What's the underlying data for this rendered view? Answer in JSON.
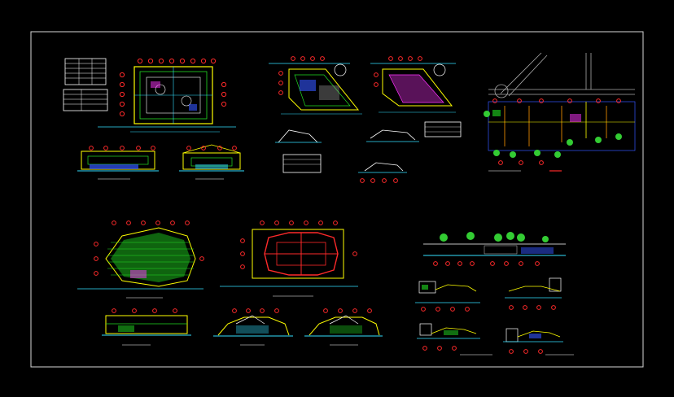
{
  "sheet": {
    "background": "#000000",
    "frame_color": "#d8d8d8",
    "views": [
      {
        "id": "floor-plan-1",
        "kind": "plan"
      },
      {
        "id": "elevation-1a",
        "kind": "elevation"
      },
      {
        "id": "elevation-1b",
        "kind": "elevation"
      },
      {
        "id": "site-plan-a",
        "kind": "plan"
      },
      {
        "id": "site-plan-b",
        "kind": "plan"
      },
      {
        "id": "small-sections",
        "kind": "section"
      },
      {
        "id": "site-layout",
        "kind": "site"
      },
      {
        "id": "roof-plan",
        "kind": "plan"
      },
      {
        "id": "structural-plan",
        "kind": "plan"
      },
      {
        "id": "elevations-row",
        "kind": "elevation"
      },
      {
        "id": "landscape-section",
        "kind": "section"
      },
      {
        "id": "detail-sections",
        "kind": "section"
      }
    ]
  },
  "colors": {
    "red": "#ff2a2a",
    "yellow": "#ffff00",
    "green": "#22dd22",
    "cyan": "#33e0ff",
    "blue": "#3355ff",
    "magenta": "#ff33ff",
    "white": "#ffffff",
    "orange": "#ff9900",
    "gray": "#aaaaaa",
    "tree": "#33cc33"
  },
  "icons": {
    "grid_marker": "red-circle-marker",
    "tree": "tree-symbol",
    "north": "north-circle"
  }
}
